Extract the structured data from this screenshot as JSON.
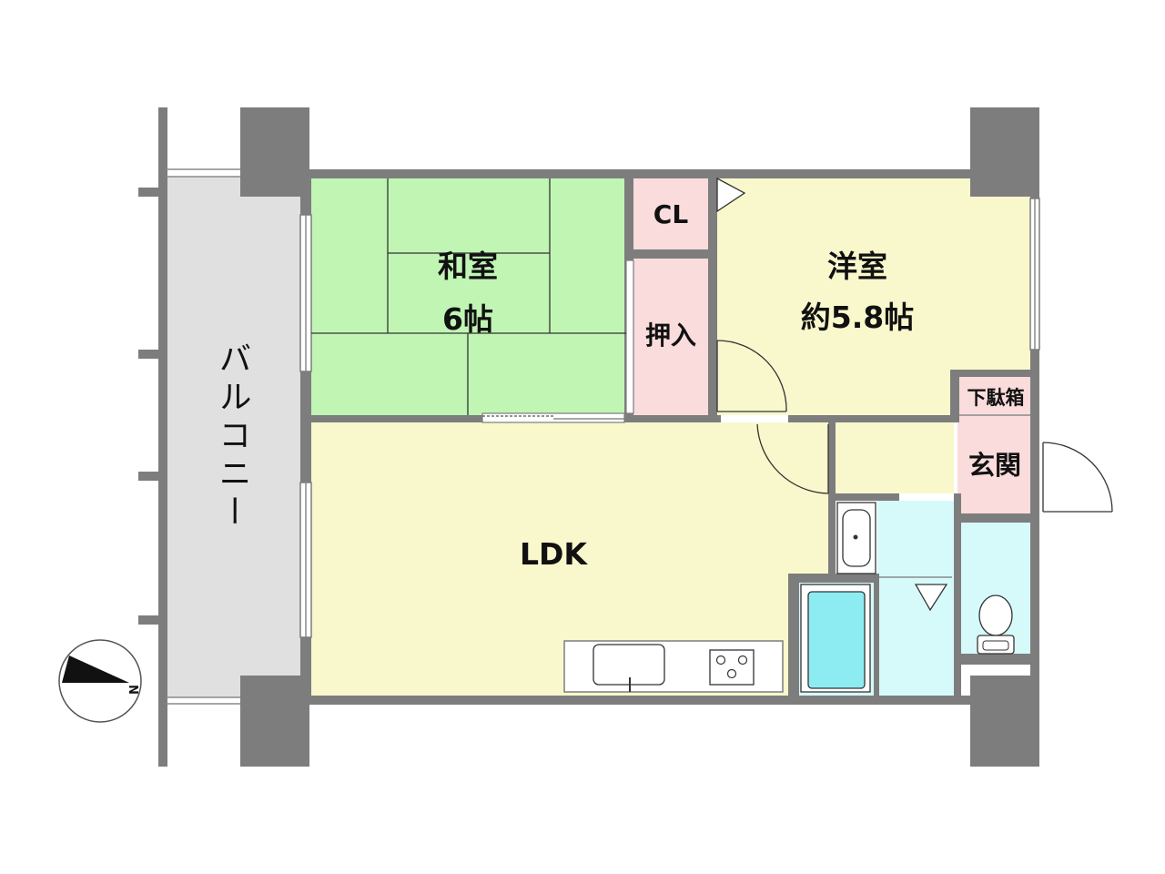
{
  "rooms": {
    "washitsu": {
      "name": "和室",
      "size": "6帖",
      "color": "#c0f5b4"
    },
    "yoshitsu": {
      "name": "洋室",
      "size": "約5.8帖",
      "color": "#f8f8cc"
    },
    "closet": {
      "name": "CL",
      "color": "#fadcdc"
    },
    "oshiire": {
      "name": "押入",
      "color": "#fadcdc"
    },
    "getabako": {
      "name": "下駄箱",
      "color": "#fadcdc"
    },
    "genkan": {
      "name": "玄関",
      "color": "#fadcdc"
    },
    "ldk": {
      "name": "LDK",
      "color": "#f8f8cc"
    },
    "balcony": {
      "name": "バルコニー",
      "color": "#e0e0e0"
    },
    "wet_area_color": "#d6fafa",
    "bath_tub_color": "#8cecf2"
  },
  "compass": {
    "label": "N"
  },
  "colors": {
    "wall": "#7d7d7d"
  }
}
